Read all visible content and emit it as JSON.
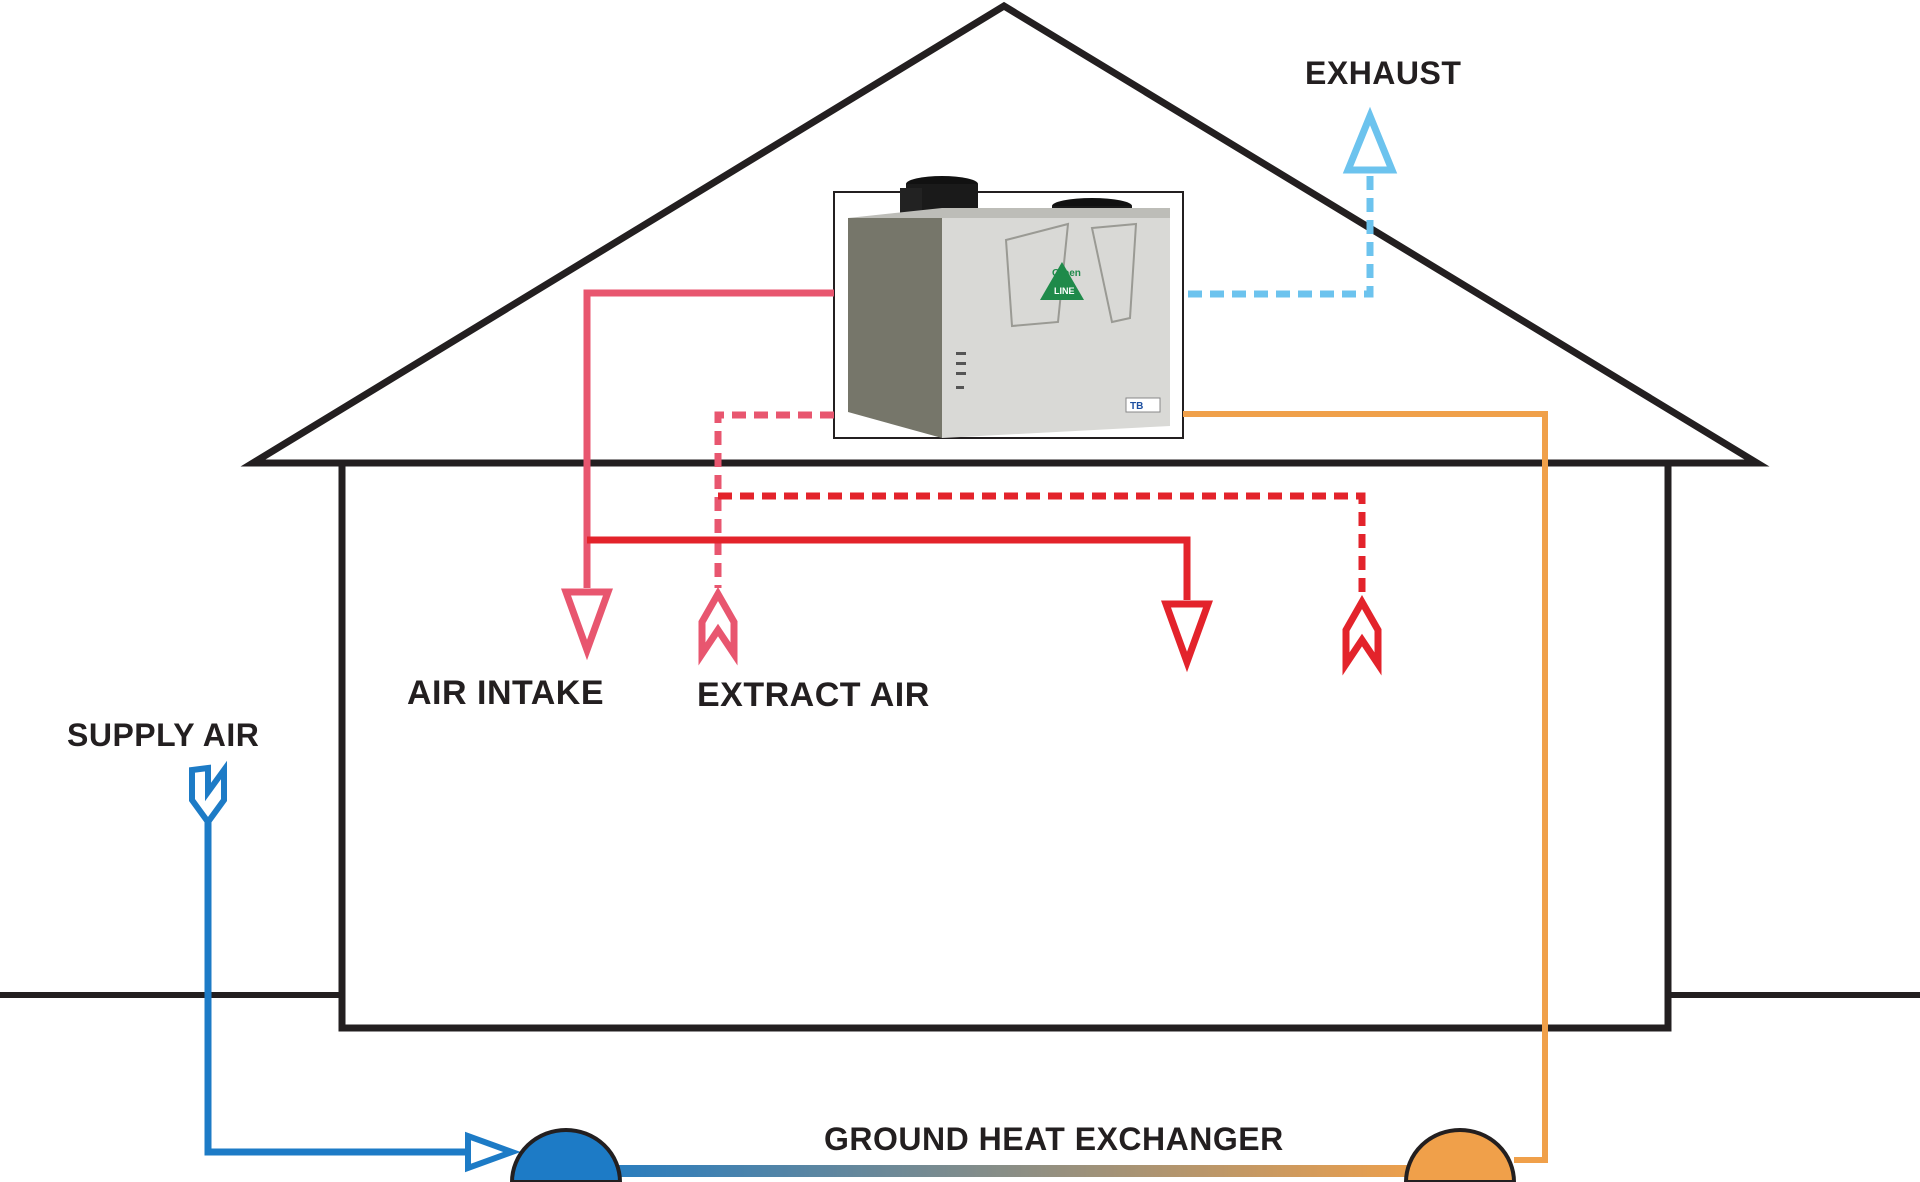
{
  "labels": {
    "exhaust": "EXHAUST",
    "air_intake": "AIR INTAKE",
    "extract_air": "EXTRACT AIR",
    "supply_air": "SUPPLY AIR",
    "ground_heat_exchanger": "GROUND HEAT EXCHANGER"
  },
  "unit": {
    "brand_top": "Green",
    "brand_bottom": "LINE",
    "maker_badge": "TB"
  },
  "colors": {
    "outline": "#231f20",
    "intake": "#e8566f",
    "supply_inside": "#e3232b",
    "exhaust": "#6cc3ee",
    "supply_air": "#1d7bc6",
    "ground_warm": "#f0a04a",
    "unit_body": "#d9d9d6",
    "unit_shade": "#76766a",
    "brand_green": "#1f8a4a"
  }
}
